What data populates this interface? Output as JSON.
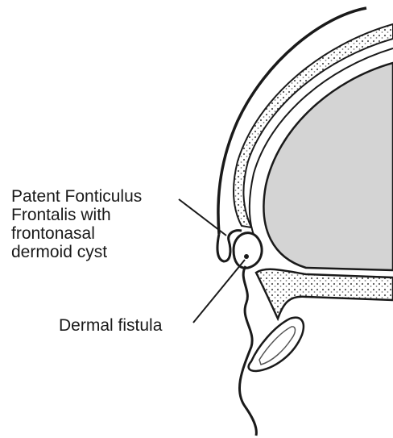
{
  "labels": {
    "cyst": {
      "line1": "Patent Fonticulus",
      "line2": "Frontalis with",
      "line3": "frontonasal",
      "line4": "dermoid cyst"
    },
    "fistula": "Dermal fistula"
  },
  "colors": {
    "ink": "#1a1a1a",
    "brain_fill": "#d4d4d4",
    "background": "#ffffff"
  }
}
